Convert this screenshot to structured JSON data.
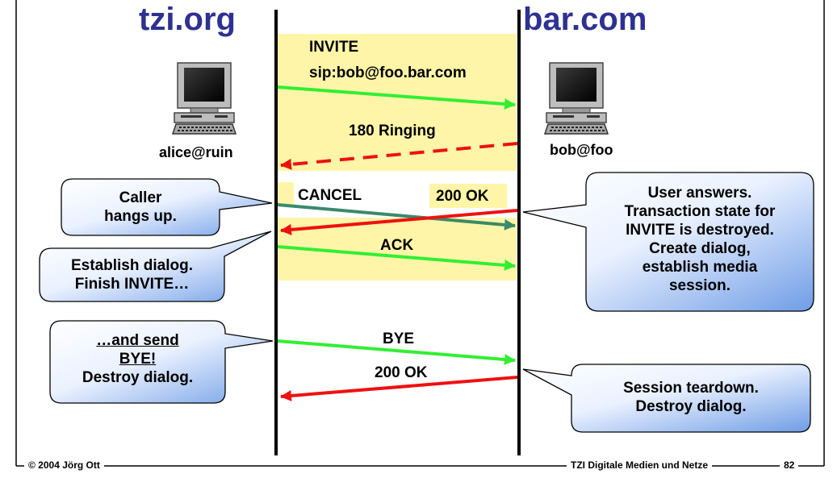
{
  "hosts": {
    "left": "tzi.org",
    "right": "bar.com"
  },
  "users": {
    "left": "alice@ruin",
    "right": "bob@foo"
  },
  "messages": {
    "invite_line1": "INVITE",
    "invite_line2": "sip:bob@foo.bar.com",
    "ringing": "180 Ringing",
    "cancel": "CANCEL",
    "ok1": "200 OK",
    "ack": "ACK",
    "bye": "BYE",
    "ok2": "200 OK"
  },
  "callouts": {
    "caller_hangs_up": [
      "Caller",
      "hangs up."
    ],
    "establish_dialog": [
      "Establish dialog.",
      "Finish INVITE…"
    ],
    "and_send_bye": [
      "…and send",
      "BYE!",
      "Destroy dialog."
    ],
    "user_answers": [
      "User answers.",
      "Transaction state for",
      "INVITE is destroyed.",
      "Create dialog,",
      "establish media",
      "session."
    ],
    "session_teardown": [
      "Session teardown.",
      "Destroy dialog."
    ]
  },
  "footer": {
    "copyright": "© 2004 Jörg Ott",
    "institution": "TZI Digitale Medien und Netze",
    "page": "82"
  },
  "colors": {
    "host_text": "#2e3192",
    "highlight": "#fff5a8",
    "green_arrow": "#33ee33",
    "red_arrow": "#ee1111",
    "teal_arrow": "#3a8a6a",
    "bubble_light": "#ffffff",
    "bubble_dark": "#7aa6e8"
  },
  "icons": [
    "computer-icon-alice",
    "computer-icon-bob"
  ]
}
